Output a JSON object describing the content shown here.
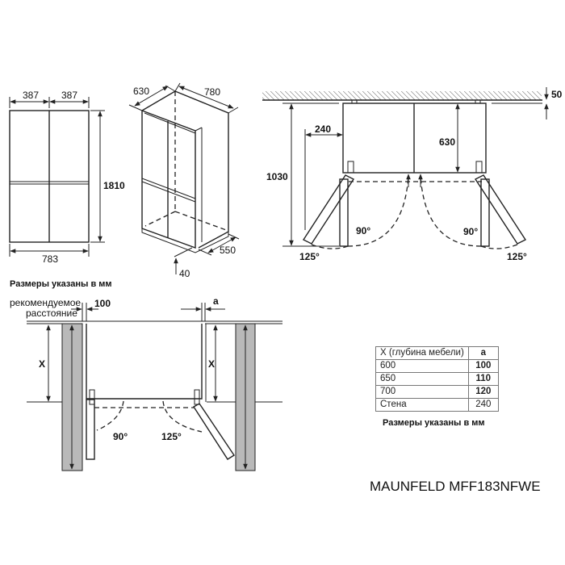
{
  "front_view": {
    "width_left": "387",
    "width_right": "387",
    "height": "1810",
    "total_width": "783"
  },
  "iso_view": {
    "depth_top": "630",
    "width_top": "780",
    "depth_bottom": "550",
    "plinth": "40"
  },
  "top_view": {
    "wall_gap": "50",
    "side_clearance": "240",
    "total_depth": "1030",
    "body_depth": "630",
    "angle_90_left": "90°",
    "angle_90_right": "90°",
    "angle_125_left": "125°",
    "angle_125_right": "125°"
  },
  "note_top": "Размеры указаны в мм",
  "install_view": {
    "recommended_line1": "рекомендуемое",
    "recommended_line2": "расстояние",
    "recommended_value": "100",
    "gap_label": "a",
    "depth_label_left": "X",
    "depth_label_right": "X",
    "angle_90": "90°",
    "angle_125": "125°"
  },
  "table": {
    "header": [
      "X (глубина мебели)",
      "a"
    ],
    "rows": [
      [
        "600",
        "100"
      ],
      [
        "650",
        "110"
      ],
      [
        "700",
        "120"
      ],
      [
        "Стена",
        "240"
      ]
    ]
  },
  "note_table": "Размеры указаны в мм",
  "model": "MAUNFELD MFF183NFWE"
}
